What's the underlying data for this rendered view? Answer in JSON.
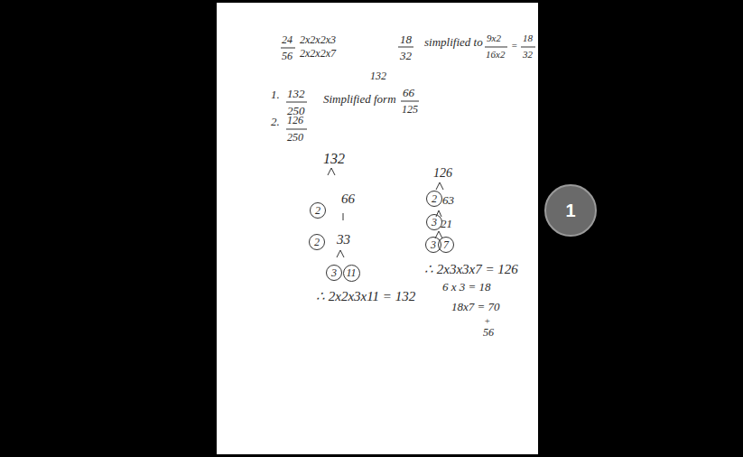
{
  "diagram": {
    "nodes": [
      {
        "text": [
          "2"
        ]
      },
      {
        "text": [
          "2"
        ]
      },
      {
        "text": [
          "3"
        ]
      },
      {
        "text": [
          "11"
        ]
      },
      {
        "text": [
          "2"
        ]
      },
      {
        "text": [
          "3"
        ]
      },
      {
        "text": [
          "3"
        ]
      },
      {
        "text": [
          "7"
        ]
      },
      {
        "text": [
          "1"
        ]
      }
    ],
    "labels": [
      "24",
      "56",
      "2x2x2x3",
      "2x2x2x7",
      "18",
      "32",
      "simplified to",
      "9x2",
      "16x2",
      "=",
      "18",
      "32",
      "132",
      "1.",
      "132",
      "250",
      "Simplified form",
      "66",
      "125",
      "2.",
      "126",
      "250",
      "132",
      "66",
      "33",
      "∴ 2x2x3x11 = 132",
      "126",
      "63",
      "21",
      "∴ 2x3x3x7 = 126",
      "6 x 3 = 18",
      "18x7 = 70",
      "+",
      "56"
    ]
  }
}
